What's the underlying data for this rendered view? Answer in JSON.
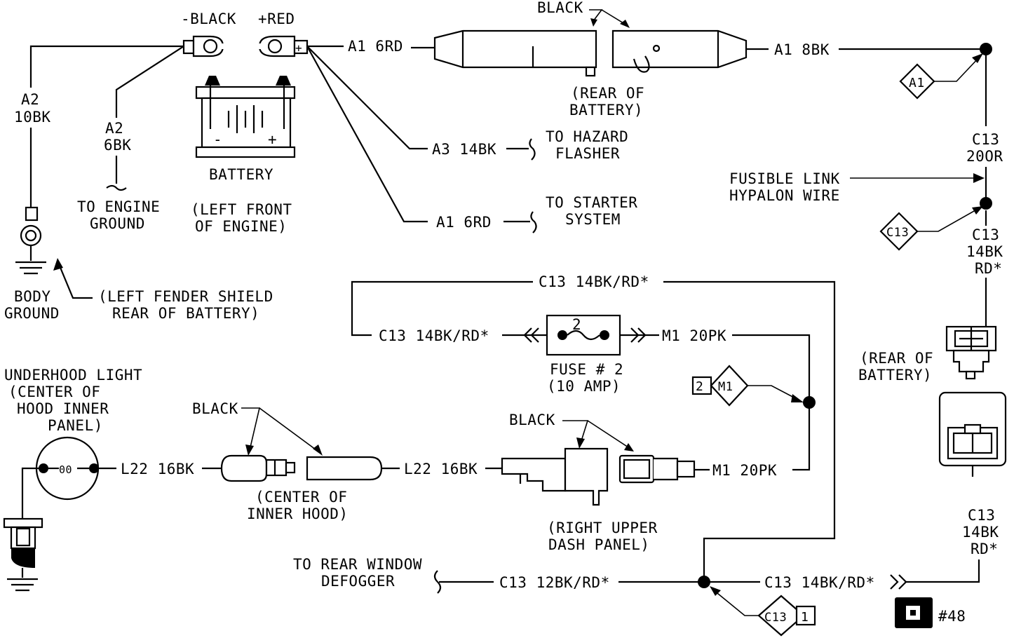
{
  "battery": {
    "neg_label": "-BLACK",
    "pos_label": "+RED",
    "name": "BATTERY",
    "location_l1": "(LEFT FRONT",
    "location_l2": "OF ENGINE)",
    "minus": "-",
    "plus": "+",
    "post_plus": "+"
  },
  "body_ground": {
    "wire_code": "A2",
    "wire_gauge": "10BK",
    "label_l1": "BODY",
    "label_l2": "GROUND",
    "loc_l1": "(LEFT FENDER SHIELD",
    "loc_l2": "REAR OF BATTERY)"
  },
  "engine_ground": {
    "wire_code": "A2",
    "wire_gauge": "6BK",
    "label_l1": "TO ENGINE",
    "label_l2": "GROUND"
  },
  "top_connector": {
    "color": "BLACK",
    "loc_l1": "(REAR OF",
    "loc_l2": "BATTERY)",
    "wire_in": "A1 6RD",
    "wire_out": "A1 8BK"
  },
  "hazard": {
    "wire": "A3 14BK",
    "dest_l1": "TO HAZARD",
    "dest_l2": "FLASHER"
  },
  "starter": {
    "wire": "A1 6RD",
    "dest_l1": "TO STARTER",
    "dest_l2": "SYSTEM"
  },
  "right_side": {
    "a1_tag": "A1",
    "c13_tag": "C13",
    "c13_200r_l1": "C13",
    "c13_200r_l2": "20OR",
    "fusible_l1": "FUSIBLE LINK",
    "fusible_l2": "HYPALON WIRE",
    "c13_wire_l1": "C13",
    "c13_wire_l2": "14BK",
    "c13_wire_l3": "RD*",
    "rear_l1": "(REAR OF",
    "rear_l2": "BATTERY)",
    "c13_low_l1": "C13",
    "c13_low_l2": "14BK",
    "c13_low_l3": "RD*"
  },
  "fuse": {
    "top_wire": "C13 14BK/RD*",
    "left_wire": "C13 14BK/RD*",
    "right_wire": "M1 20PK",
    "number": "2",
    "label_l1": "FUSE # 2",
    "label_l2": "(10 AMP)",
    "m1_num": "2",
    "m1_tag": "M1"
  },
  "underhood": {
    "title_l1": "UNDERHOOD LIGHT",
    "title_l2": "(CENTER OF",
    "title_l3": "HOOD INNER",
    "title_l4": "PANEL)",
    "lamp_symbol": "00",
    "wire_left": "L22 16BK",
    "color": "BLACK",
    "loc_l1": "(CENTER OF",
    "loc_l2": "INNER HOOD)",
    "wire_right": "L22 16BK"
  },
  "dash": {
    "color": "BLACK",
    "loc_l1": "(RIGHT UPPER",
    "loc_l2": "DASH PANEL)",
    "wire": "M1 20PK"
  },
  "defogger": {
    "dest_l1": "TO REAR WINDOW",
    "dest_l2": "DEFOGGER",
    "wire": "C13 12BK/RD*",
    "wire_right": "C13 14BK/RD*",
    "tag": "C13",
    "tag_num": "1"
  },
  "reference": {
    "label": "#48"
  }
}
